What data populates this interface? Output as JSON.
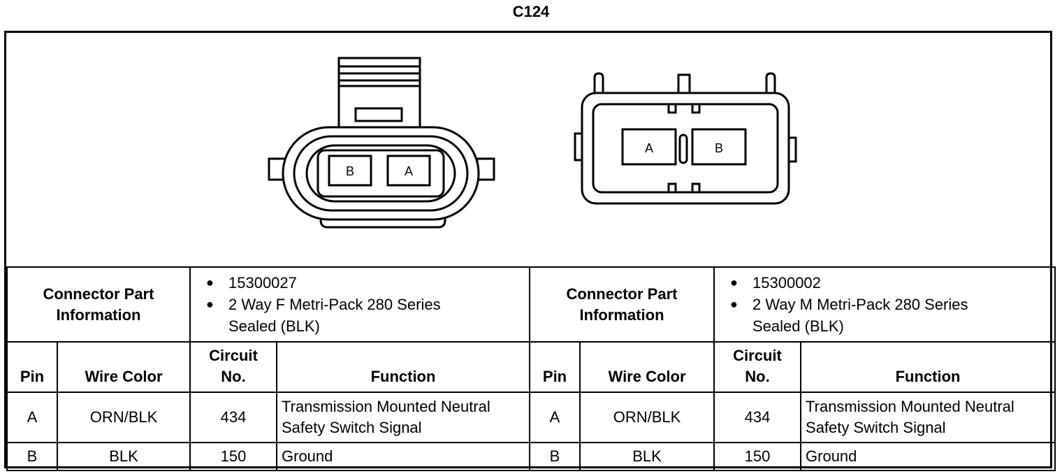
{
  "title": "C124",
  "connectors": [
    {
      "face_pins": [
        "B",
        "A"
      ],
      "part_label": "Connector Part Information",
      "part_lines": [
        "15300027",
        "2 Way F Metri-Pack 280 Series",
        "Sealed (BLK)"
      ],
      "rows": [
        {
          "pin": "A",
          "wire": "ORN/BLK",
          "circuit": "434",
          "function": "Transmission Mounted Neutral Safety Switch Signal"
        },
        {
          "pin": "B",
          "wire": "BLK",
          "circuit": "150",
          "function": "Ground"
        }
      ]
    },
    {
      "face_pins": [
        "A",
        "B"
      ],
      "part_label": "Connector Part Information",
      "part_lines": [
        "15300002",
        "2 Way M Metri-Pack 280 Series",
        "Sealed (BLK)"
      ],
      "rows": [
        {
          "pin": "A",
          "wire": "ORN/BLK",
          "circuit": "434",
          "function": "Transmission Mounted Neutral Safety Switch Signal"
        },
        {
          "pin": "B",
          "wire": "BLK",
          "circuit": "150",
          "function": "Ground"
        }
      ]
    }
  ],
  "columns": {
    "pin": "Pin",
    "wire": "Wire Color",
    "circuit": "Circuit No.",
    "function": "Function"
  }
}
